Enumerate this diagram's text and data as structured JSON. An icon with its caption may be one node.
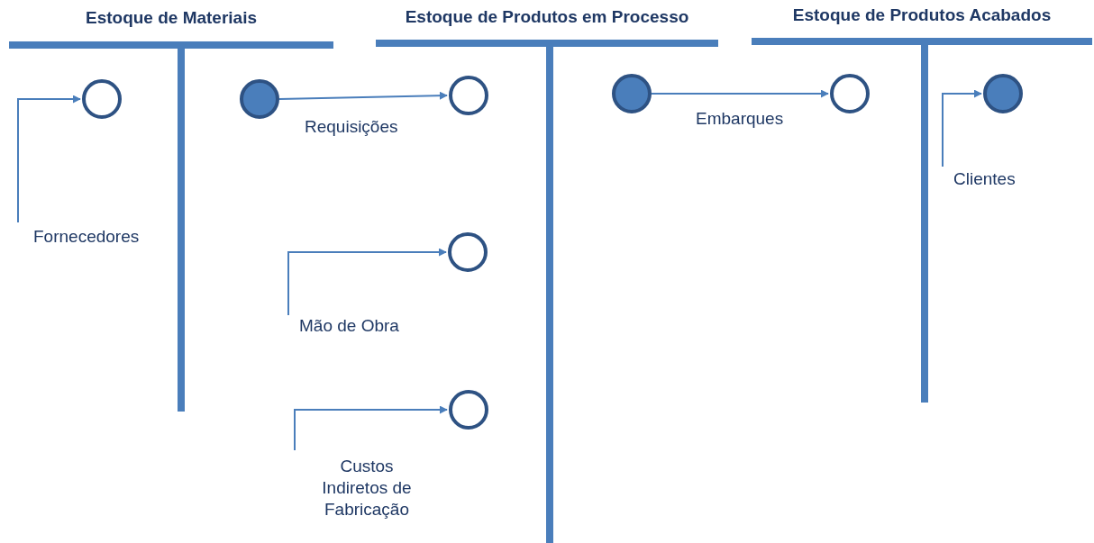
{
  "diagram": {
    "nodes": [
      {
        "text": [
          "Estoque de Materiais"
        ]
      },
      {
        "text": [],
        "shape": "circle",
        "in": 0
      },
      {
        "text": [],
        "shape": "circle",
        "in": 0
      },
      {
        "text": [
          "Estoque de Produtos em Processo"
        ]
      },
      {
        "text": [],
        "shape": "circle",
        "in": 3
      },
      {
        "text": [],
        "shape": "circle",
        "in": 3
      },
      {
        "text": [],
        "shape": "circle",
        "in": 3
      },
      {
        "text": [],
        "shape": "circle",
        "in": 3
      },
      {
        "text": [
          "Estoque de Produtos Acabados"
        ]
      },
      {
        "text": [],
        "shape": "circle",
        "in": 8
      },
      {
        "text": [],
        "shape": "circle",
        "in": 8
      },
      {
        "text": [
          "Fornecedores"
        ],
        "in": 0
      },
      {
        "text": [
          "Mão de Obra"
        ]
      },
      {
        "text": [
          "Custos Indiretos de Fabricação"
        ]
      },
      {
        "text": [
          "Clientes"
        ],
        "in": 8
      }
    ],
    "edges": [
      {
        "from": 11,
        "to": 1,
        "arrow": "to"
      },
      {
        "from": 2,
        "to": 4,
        "arrow": "to",
        "label": "Requisições"
      },
      {
        "from": 12,
        "to": 5,
        "arrow": "to"
      },
      {
        "from": 13,
        "to": 6,
        "arrow": "to"
      },
      {
        "from": 7,
        "to": 9,
        "arrow": "to",
        "label": "Embarques"
      },
      {
        "from": 14,
        "to": 10,
        "arrow": "to"
      }
    ]
  }
}
